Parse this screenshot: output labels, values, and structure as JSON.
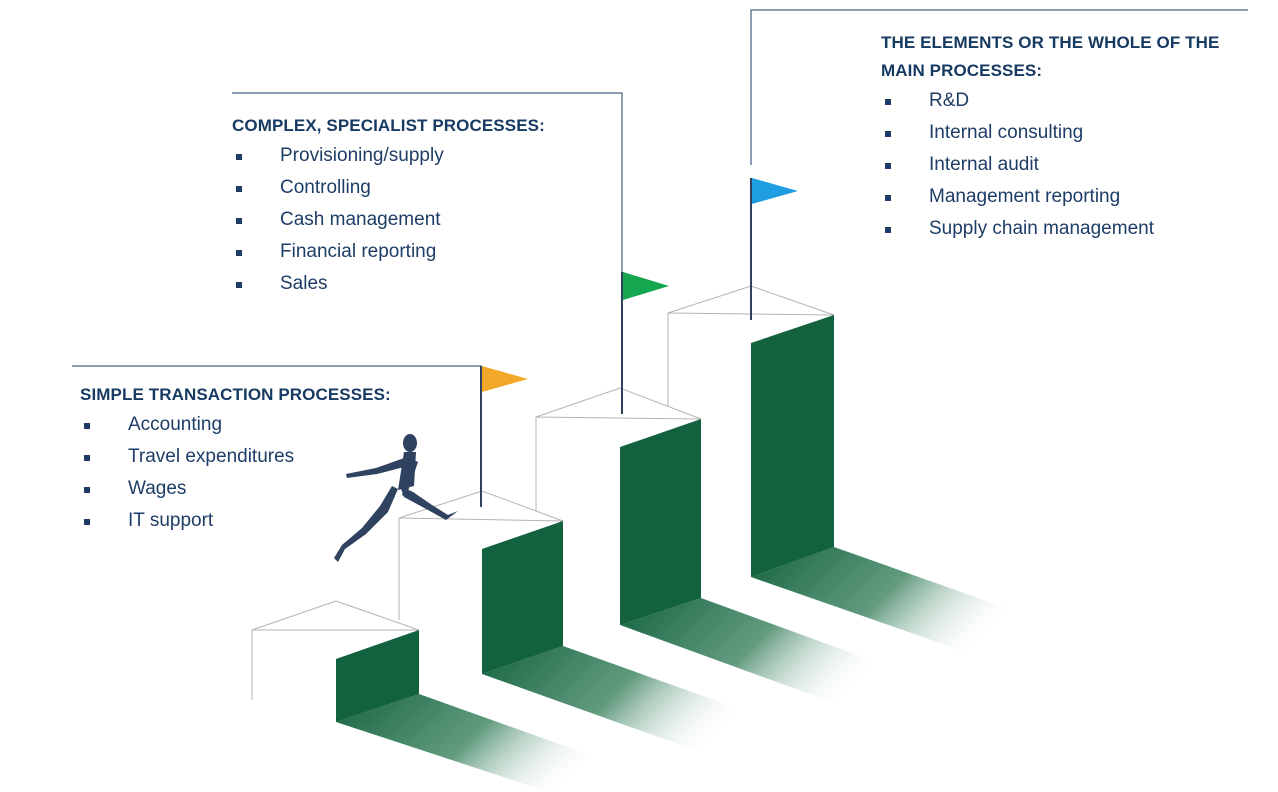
{
  "steps": [
    {
      "heading": "SIMPLE TRANSACTION PROCESSES:",
      "items": [
        "Accounting",
        "Travel expenditures",
        "Wages",
        "IT support"
      ]
    },
    {
      "heading": "COMPLEX, SPECIALIST PROCESSES:",
      "items": [
        "Provisioning/supply",
        "Controlling",
        "Cash management",
        "Financial reporting",
        "Sales"
      ]
    },
    {
      "heading": "THE ELEMENTS OR THE WHOLE OF THE MAIN PROCESSES:",
      "items": [
        "R&D",
        "Internal consulting",
        "Internal audit",
        "Management reporting",
        "Supply chain management"
      ]
    }
  ],
  "colors": {
    "step_green": "#12613f",
    "text_navy": "#1e3d66",
    "flag_orange": "#f4a82a",
    "flag_green": "#14a74f",
    "flag_blue": "#1e9de0",
    "outline_gray": "#b3b3b3",
    "figure_navy": "#2f4260"
  },
  "icons": {
    "figure": "running-businessman-icon",
    "flag": "flag-icon"
  }
}
